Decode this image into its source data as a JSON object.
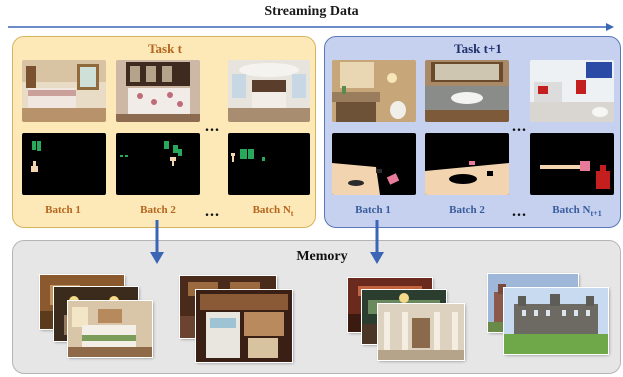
{
  "header": {
    "title": "Streaming Data"
  },
  "tasks": [
    {
      "title": "Task t",
      "batch_labels": [
        "Batch 1",
        "Batch 2"
      ],
      "last_batch": {
        "label": "Batch N",
        "subscript": "t"
      }
    },
    {
      "title": "Task t+1",
      "batch_labels": [
        "Batch 1",
        "Batch 2"
      ],
      "last_batch": {
        "label": "Batch N",
        "subscript": "t+1"
      }
    }
  ],
  "ellipsis": "...",
  "memory": {
    "title": "Memory"
  },
  "colors": {
    "task_t_bg": "#fce9b7",
    "task_t1_bg": "#c5d1ee",
    "memory_bg": "#e6e6e6",
    "arrow_blue": "#3a66b5",
    "label_orange": "#b5651d",
    "label_blue": "#3a5b9c"
  }
}
